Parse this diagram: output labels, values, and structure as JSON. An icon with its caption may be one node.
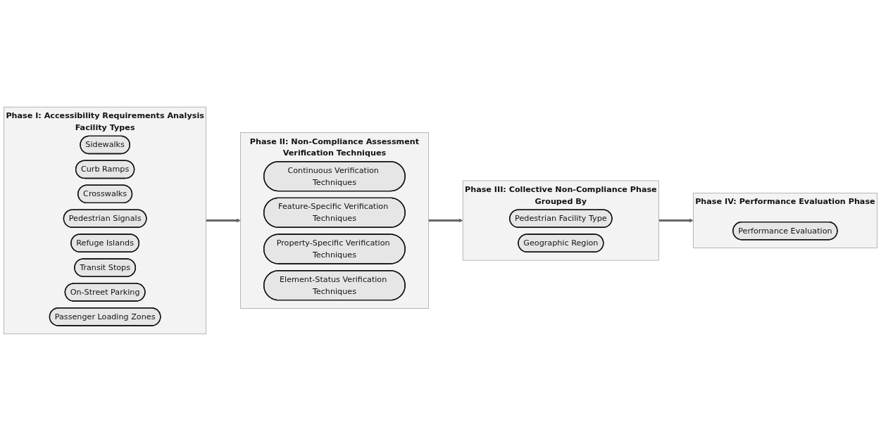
{
  "diagram": {
    "nodes": [
      {
        "text": [
          "Phase I: Accessibility Requirements Analysis",
          "Facility Types"
        ]
      },
      {
        "text": [
          "Sidewalks"
        ],
        "in": 0
      },
      {
        "text": [
          "Curb Ramps"
        ],
        "in": 0
      },
      {
        "text": [
          "Crosswalks"
        ],
        "in": 0
      },
      {
        "text": [
          "Pedestrian Signals"
        ],
        "in": 0
      },
      {
        "text": [
          "Refuge Islands"
        ],
        "in": 0
      },
      {
        "text": [
          "Transit Stops"
        ],
        "in": 0
      },
      {
        "text": [
          "On-Street Parking"
        ],
        "in": 0
      },
      {
        "text": [
          "Passenger Loading Zones"
        ],
        "in": 0
      },
      {
        "text": [
          "Phase II: Non-Compliance Assessment",
          "Verification Techniques"
        ]
      },
      {
        "text": [
          "Continuous Verification Techniques"
        ],
        "in": 9
      },
      {
        "text": [
          "Feature-Specific Verification Techniques"
        ],
        "in": 9
      },
      {
        "text": [
          "Property-Specific Verification Techniques"
        ],
        "in": 9
      },
      {
        "text": [
          "Element-Status Verification Techniques"
        ],
        "in": 9
      },
      {
        "text": [
          "Phase III: Collective Non-Compliance Phase",
          "Grouped By"
        ]
      },
      {
        "text": [
          "Pedestrian Facility Type"
        ],
        "in": 14
      },
      {
        "text": [
          "Geographic Region"
        ],
        "in": 14
      },
      {
        "text": [
          "Phase IV: Performance Evaluation Phase"
        ]
      },
      {
        "text": [
          "Performance Evaluation"
        ],
        "in": 17
      }
    ],
    "edges": [
      {
        "from": 0,
        "to": 9,
        "arrow": "to"
      },
      {
        "from": 9,
        "to": 14,
        "arrow": "to"
      },
      {
        "from": 14,
        "to": 17,
        "arrow": "to"
      }
    ]
  }
}
